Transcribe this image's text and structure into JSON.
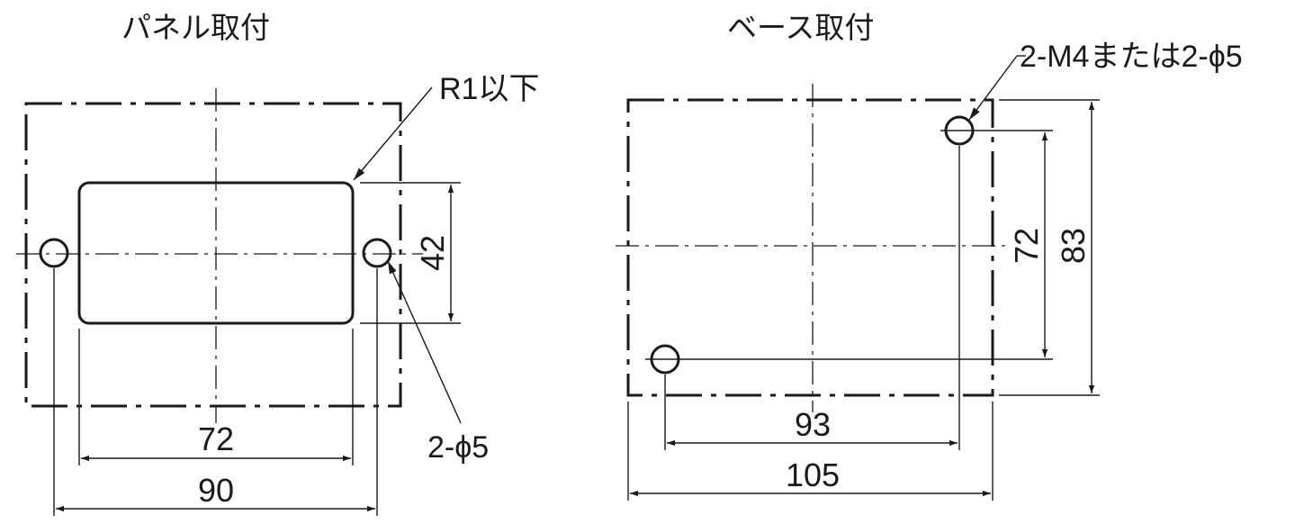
{
  "panel": {
    "title": "パネル取付",
    "corner_note": "R1以下",
    "hole_note": "2-ϕ5",
    "dim_width_inner": "72",
    "dim_width_outer": "90",
    "dim_height": "42"
  },
  "base": {
    "title": "ベース取付",
    "hole_note": "2-M4または2-ϕ5",
    "dim_width_inner": "93",
    "dim_width_outer": "105",
    "dim_height_inner": "72",
    "dim_height_outer": "83"
  }
}
